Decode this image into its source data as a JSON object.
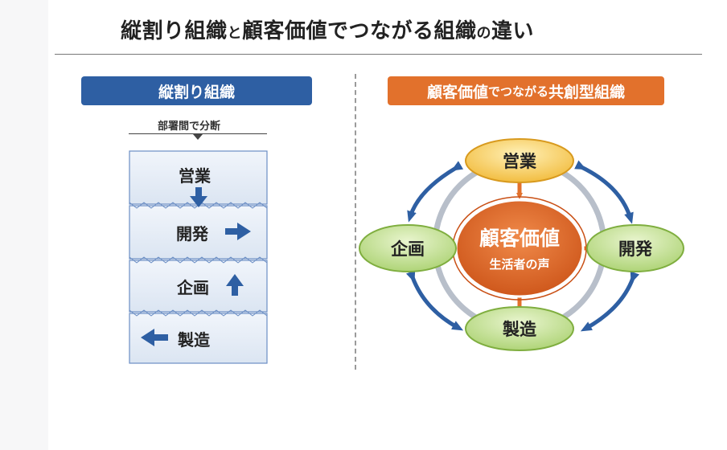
{
  "title": {
    "part1": "縦割り組織",
    "joiner": "と",
    "part2": "顧客価値でつながる組織",
    "joiner2": "の",
    "part3": "違い"
  },
  "left": {
    "banner": "縦割り組織",
    "subtitle": "部署間で分断",
    "departments": [
      "営業",
      "開発",
      "企画",
      "製造"
    ]
  },
  "right": {
    "banner_a": "顧客価値",
    "banner_b": "でつながる",
    "banner_c": "共創型組織",
    "center_title": "顧客価値",
    "center_sub": "生活者の声",
    "nodes": {
      "top": "営業",
      "right": "開発",
      "bottom": "製造",
      "left": "企画"
    }
  },
  "colors": {
    "blue": "#2e5fa3",
    "orange": "#e2712c",
    "green_node": "#b8d97a",
    "yellow_node": "#f4c244"
  }
}
